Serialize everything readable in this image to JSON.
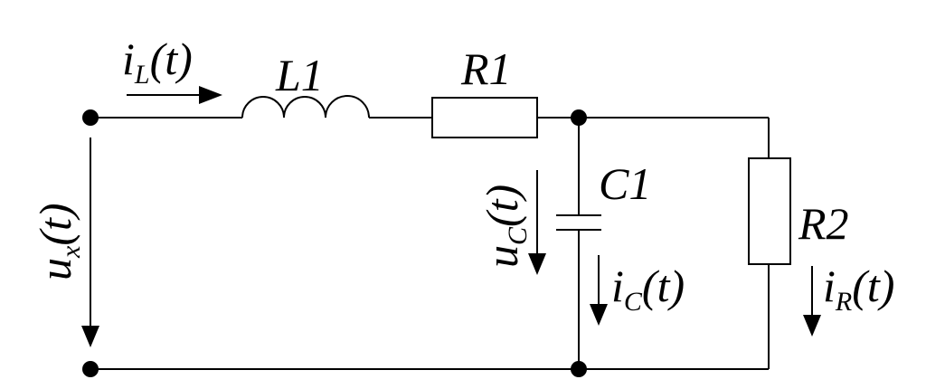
{
  "labels": {
    "inductor": "L1",
    "resistor1": "R1",
    "resistor2": "R2",
    "capacitor": "C1",
    "i_L": {
      "main": "i",
      "sub": "L",
      "arg": "(t)"
    },
    "u_x": {
      "main": "u",
      "sub": "x",
      "arg": "(t)"
    },
    "u_C": {
      "main": "u",
      "sub": "C",
      "arg": "(t)"
    },
    "i_C": {
      "main": "i",
      "sub": "C",
      "arg": "(t)"
    },
    "i_R": {
      "main": "i",
      "sub": "R",
      "arg": "(t)"
    }
  },
  "colors": {
    "stroke": "#000000",
    "background": "#ffffff"
  }
}
